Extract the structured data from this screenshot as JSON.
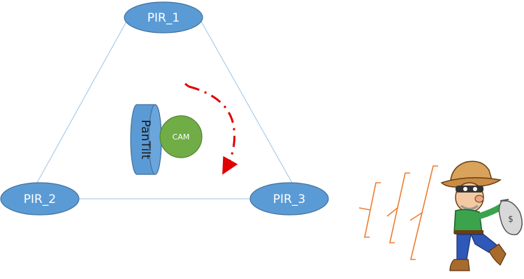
{
  "nodes": {
    "pir_1": "PIR_1",
    "pir_2": "PIR_2",
    "pir_3": "PIR_3",
    "cam": "CAM",
    "pantilt": "PanTilt"
  },
  "colors": {
    "node_fill": "#5b9bd5",
    "node_stroke": "#41719c",
    "edge": "#9dc3e6",
    "cam_fill": "#70ad47",
    "sweep_arrow": "#e00000",
    "sensor_wave": "#ed7d31"
  },
  "icons": {
    "sweep": "dash-dot-arrow-icon",
    "waves": "detection-wave-icon",
    "intruder": "thief-with-money-bag-icon"
  }
}
